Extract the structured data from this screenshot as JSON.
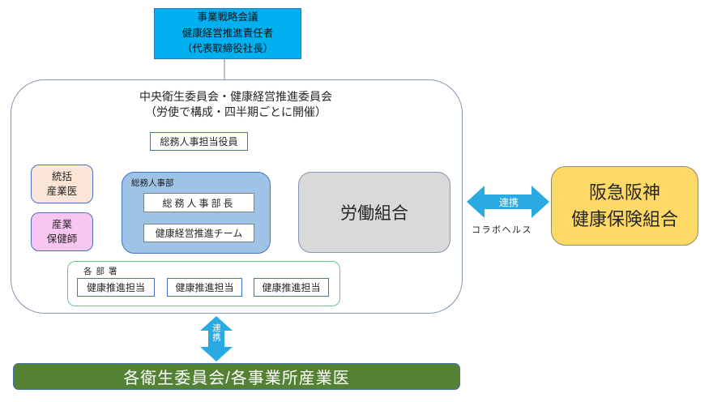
{
  "diagram": {
    "strategy_box": {
      "line1": "事業戦略会議",
      "line2": "健康経営推進責任者",
      "line3": "（代表取締役社長）"
    },
    "committee_panel": {
      "title_line1": "中央衛生委員会・健康経営推進委員会",
      "title_line2": "（労使で構成・四半期ごとに開催）",
      "officer_label": "総務人事担当役員",
      "hr_dept": {
        "label": "総務人事部",
        "items": [
          "総務人事部長",
          "健康経営推進チーム"
        ]
      },
      "chief_physician": {
        "line1": "統括",
        "line2": "産業医"
      },
      "nurse": {
        "line1": "産業",
        "line2": "保健師"
      },
      "union_label": "労働組合",
      "departments": {
        "label": "各部署",
        "items": [
          "健康推進担当",
          "健康推進担当",
          "健康推進担当"
        ]
      }
    },
    "insurer_box": {
      "line1": "阪急阪神",
      "line2": "健康保険組合"
    },
    "horizontal_link": {
      "arrow_label": "連携",
      "sub_label": "コラボヘルス"
    },
    "vertical_link": {
      "arrow_label": "連携"
    },
    "bottom_bar": {
      "label": "各衛生委員会/各事業所産業医"
    },
    "colors": {
      "strategy_fill": "#00B0F0",
      "arrow_blue": "#29ABE2",
      "hr_dept_fill": "#9DC3E6",
      "box_border_blue": "#4472C4",
      "chief_physician_fill": "#FBE5D6",
      "nurse_fill": "#F9C6F2",
      "union_fill": "#D9D9D9",
      "departments_border": "#62C98B",
      "insurer_fill": "#FFD966",
      "bottom_bar_fill": "#548235",
      "connector_line": "#8496B0"
    }
  }
}
